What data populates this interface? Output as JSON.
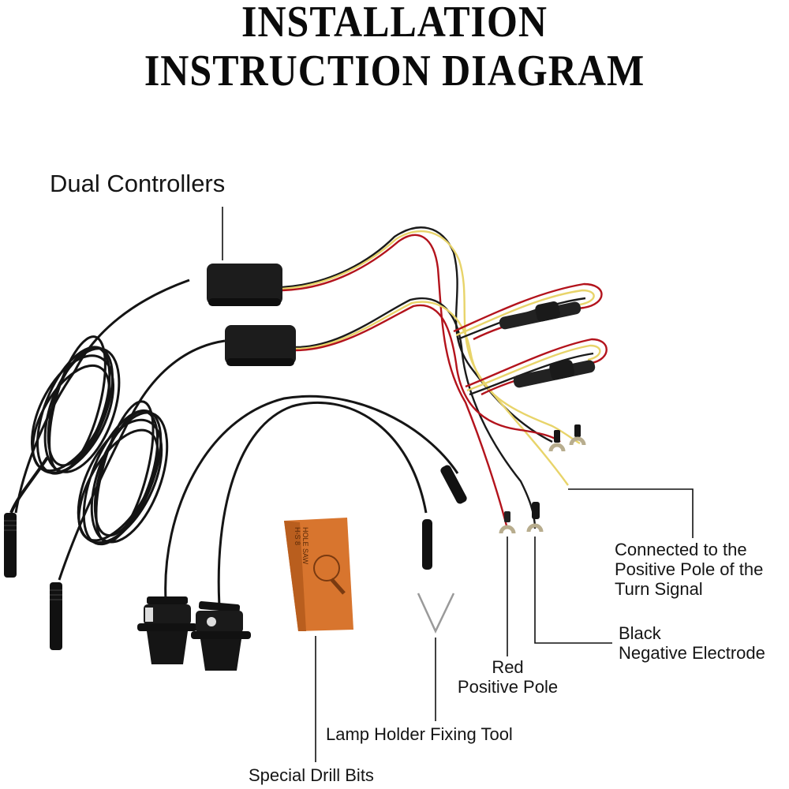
{
  "title": {
    "line1": "INSTALLATION",
    "line2": "INSTRUCTION DIAGRAM"
  },
  "callouts": {
    "dual_controllers": "Dual Controllers",
    "turn_signal": [
      "Connected to the",
      "Positive Pole of the",
      "Turn Signal"
    ],
    "black_wire": [
      "Black",
      "Negative Electrode"
    ],
    "red_wire": [
      "Red",
      "Positive Pole"
    ],
    "fixing_tool": "Lamp Holder Fixing Tool",
    "drill_bits": "Special Drill Bits"
  },
  "box_print": {
    "line1": "HOLE SAW",
    "line2": "H-S 8"
  },
  "colors": {
    "wire_black": "#1a1a1a",
    "wire_red": "#b3131c",
    "wire_yellow": "#e8d46a",
    "drill_box": "#d8752e",
    "terminal": "#b8ad8e",
    "leader_line": "#111111"
  }
}
